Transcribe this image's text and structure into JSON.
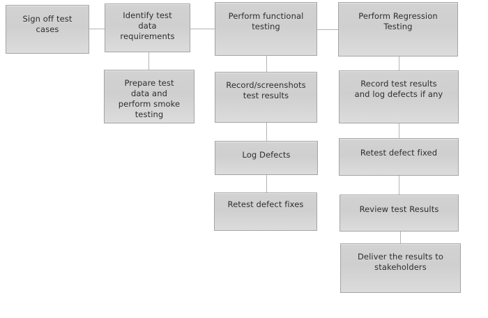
{
  "colors": {
    "background": "#ffffff",
    "box_fill_top": "#d2d2d2",
    "box_fill_bottom": "#dcdcdc",
    "box_border": "#a3a3a3",
    "connector": "#b3b3b3",
    "text": "#2d2d2d"
  },
  "diagram": {
    "type": "flowchart",
    "nodes": [
      {
        "id": "sign-off-test-cases",
        "label": "Sign off test\ncases"
      },
      {
        "id": "identify-test-data-requirements",
        "label": "Identify test\ndata\nrequirements"
      },
      {
        "id": "perform-functional-testing",
        "label": "Perform functional\ntesting"
      },
      {
        "id": "perform-regression-testing",
        "label": "Perform Regression\nTesting"
      },
      {
        "id": "prepare-test-data-smoke-testing",
        "label": "Prepare test\ndata and\nperform smoke\ntesting"
      },
      {
        "id": "record-screenshots-test-results",
        "label": "Record/screenshots\ntest results"
      },
      {
        "id": "record-test-results-log-defects",
        "label": "Record test results\nand log defects if any"
      },
      {
        "id": "log-defects",
        "label": "Log Defects"
      },
      {
        "id": "retest-defect-fixed",
        "label": "Retest defect fixed"
      },
      {
        "id": "retest-defect-fixes",
        "label": "Retest defect fixes"
      },
      {
        "id": "review-test-results",
        "label": "Review test Results"
      },
      {
        "id": "deliver-results-stakeholders",
        "label": "Deliver the results to\nstakeholders"
      }
    ],
    "connectors": [
      {
        "from": "sign-off-test-cases",
        "to": "identify-test-data-requirements",
        "type": "horizontal"
      },
      {
        "from": "identify-test-data-requirements",
        "to": "perform-functional-testing",
        "type": "horizontal"
      },
      {
        "from": "perform-functional-testing",
        "to": "perform-regression-testing",
        "type": "horizontal"
      },
      {
        "from": "identify-test-data-requirements",
        "to": "prepare-test-data-smoke-testing",
        "type": "vertical"
      },
      {
        "from": "perform-functional-testing",
        "to": "record-screenshots-test-results",
        "type": "vertical"
      },
      {
        "from": "record-screenshots-test-results",
        "to": "log-defects",
        "type": "vertical"
      },
      {
        "from": "log-defects",
        "to": "retest-defect-fixes",
        "type": "vertical"
      },
      {
        "from": "perform-regression-testing",
        "to": "record-test-results-log-defects",
        "type": "vertical"
      },
      {
        "from": "record-test-results-log-defects",
        "to": "retest-defect-fixed",
        "type": "vertical"
      },
      {
        "from": "retest-defect-fixed",
        "to": "review-test-results",
        "type": "vertical"
      },
      {
        "from": "review-test-results",
        "to": "deliver-results-stakeholders",
        "type": "vertical"
      }
    ]
  }
}
